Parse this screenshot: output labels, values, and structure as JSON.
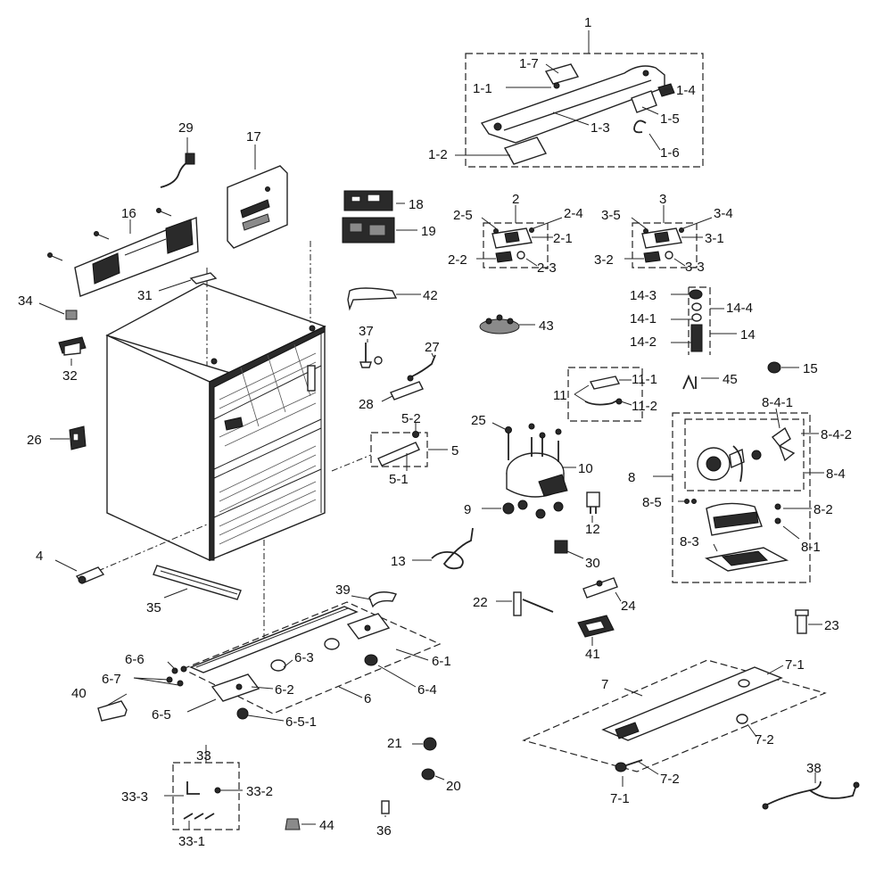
{
  "diagram": {
    "parts": {
      "p1": "1",
      "p1_1": "1-1",
      "p1_2": "1-2",
      "p1_3": "1-3",
      "p1_4": "1-4",
      "p1_5": "1-5",
      "p1_6": "1-6",
      "p1_7": "1-7",
      "p2": "2",
      "p2_1": "2-1",
      "p2_2": "2-2",
      "p2_3": "2-3",
      "p2_4": "2-4",
      "p2_5": "2-5",
      "p3": "3",
      "p3_1": "3-1",
      "p3_2": "3-2",
      "p3_3": "3-3",
      "p3_4": "3-4",
      "p3_5": "3-5",
      "p4": "4",
      "p5": "5",
      "p5_1": "5-1",
      "p5_2": "5-2",
      "p6": "6",
      "p6_1": "6-1",
      "p6_2": "6-2",
      "p6_3": "6-3",
      "p6_4": "6-4",
      "p6_5": "6-5",
      "p6_5_1": "6-5-1",
      "p6_6": "6-6",
      "p6_7": "6-7",
      "p7": "7",
      "p7_1a": "7-1",
      "p7_1b": "7-1",
      "p7_2a": "7-2",
      "p7_2b": "7-2",
      "p8": "8",
      "p8_1": "8-1",
      "p8_2": "8-2",
      "p8_3": "8-3",
      "p8_4": "8-4",
      "p8_4_1": "8-4-1",
      "p8_4_2": "8-4-2",
      "p8_5": "8-5",
      "p9": "9",
      "p10": "10",
      "p11": "11",
      "p11_1": "11-1",
      "p11_2": "11-2",
      "p12": "12",
      "p13": "13",
      "p14": "14",
      "p14_1": "14-1",
      "p14_2": "14-2",
      "p14_3": "14-3",
      "p14_4": "14-4",
      "p15": "15",
      "p16": "16",
      "p17": "17",
      "p18": "18",
      "p19": "19",
      "p20": "20",
      "p21": "21",
      "p22": "22",
      "p23": "23",
      "p24": "24",
      "p25": "25",
      "p26": "26",
      "p27": "27",
      "p28": "28",
      "p29": "29",
      "p30": "30",
      "p31": "31",
      "p32": "32",
      "p33": "33",
      "p33_1": "33-1",
      "p33_2": "33-2",
      "p33_3": "33-3",
      "p34": "34",
      "p35": "35",
      "p36": "36",
      "p37": "37",
      "p38": "38",
      "p39": "39",
      "p40": "40",
      "p41": "41",
      "p42": "42",
      "p43": "43",
      "p44": "44",
      "p45": "45"
    }
  }
}
